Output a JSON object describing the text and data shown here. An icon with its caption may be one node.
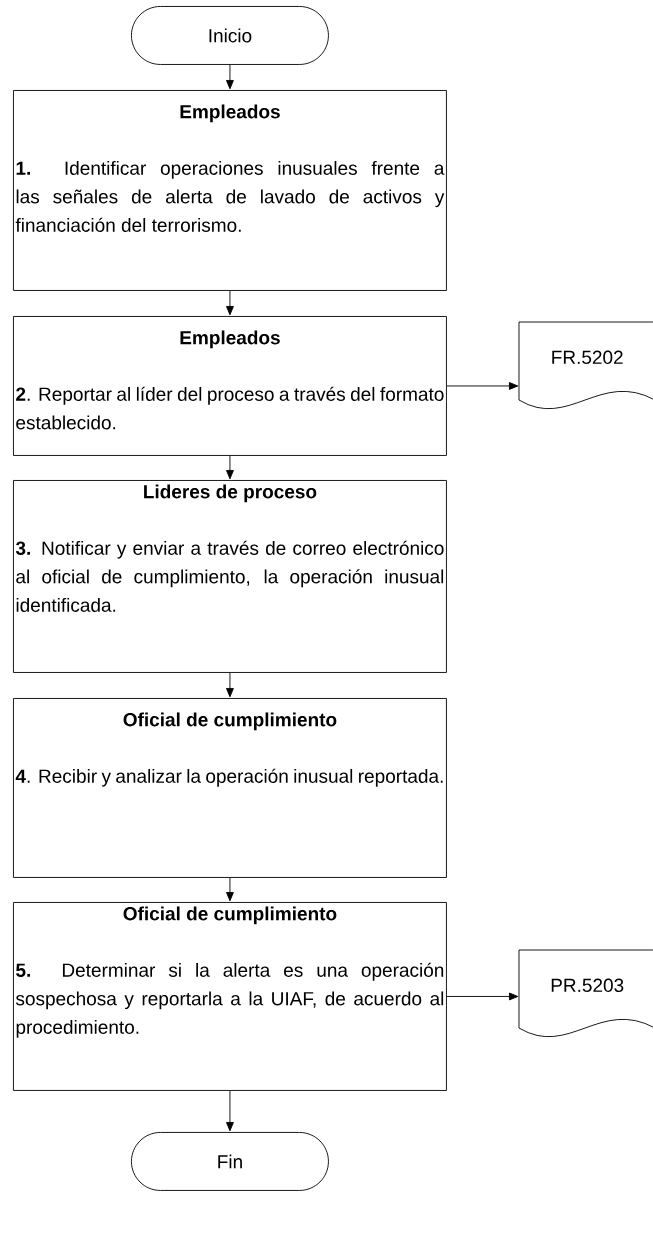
{
  "diagram": {
    "nodes": [
      {
        "text": [
          "Inicio"
        ]
      },
      {
        "text": [
          "Empleados",
          "**1.** Identificar operaciones inusuales frente a las señales de alerta de lavado de activos y financiación del terrorismo."
        ]
      },
      {
        "text": [
          "Empleados",
          "**2**. Reportar al líder del proceso a través del formato establecido."
        ]
      },
      {
        "text": [
          "Lideres de proceso",
          "**3.** Notificar y enviar a través de correo electrónico al oficial de cumplimiento, la operación inusual identificada."
        ]
      },
      {
        "text": [
          "Oficial de cumplimiento",
          "**4**. Recibir y analizar la operación inusual reportada."
        ]
      },
      {
        "text": [
          "Oficial de cumplimiento",
          "**5.** Determinar si la alerta es una operación sospechosa y reportarla a la UIAF, de acuerdo al procedimiento."
        ]
      },
      {
        "text": [
          "Fin"
        ]
      },
      {
        "text": [
          "FR.5202"
        ]
      },
      {
        "text": [
          "PR.5203"
        ]
      }
    ],
    "edges": [
      {
        "from": 0,
        "to": 1,
        "arrow": "to"
      },
      {
        "from": 1,
        "to": 2,
        "arrow": "to"
      },
      {
        "from": 2,
        "to": 3,
        "arrow": "to"
      },
      {
        "from": 3,
        "to": 4,
        "arrow": "to"
      },
      {
        "from": 4,
        "to": 5,
        "arrow": "to"
      },
      {
        "from": 5,
        "to": 6,
        "arrow": "to"
      },
      {
        "from": 2,
        "to": 7,
        "arrow": "to"
      },
      {
        "from": 5,
        "to": 8,
        "arrow": "to"
      }
    ]
  }
}
